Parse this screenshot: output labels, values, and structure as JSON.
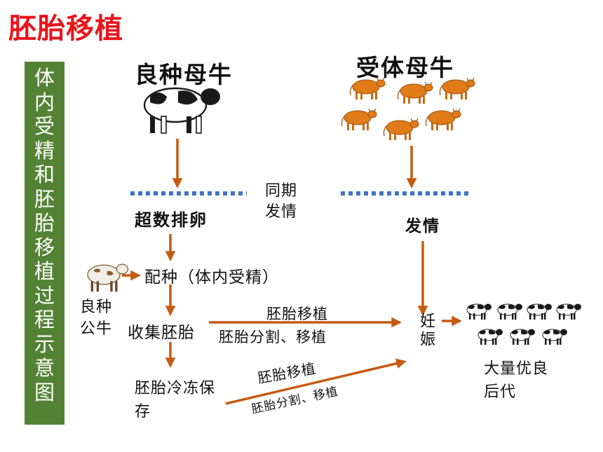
{
  "title": "胚胎移植",
  "sidebar": {
    "text": "体内受精和胚胎移植过程示意图"
  },
  "nodes": {
    "donor_cow": "良种母牛",
    "recipient_cow": "受体母牛",
    "superovulation": "超数排卵",
    "synchronized_estrus": "同期发情",
    "recipient_estrus": "发情",
    "mating": "配种（体内受精）",
    "bull": "良种公牛",
    "collect_embryo": "收集胚胎",
    "freeze_embryo": "胚胎冷冻保存",
    "pregnancy": "妊娠",
    "offspring": "大量优良后代"
  },
  "edges": {
    "transfer_top_1": "胚胎移植",
    "transfer_top_2": "胚胎分割、移植",
    "transfer_bottom_1": "胚胎移植",
    "transfer_bottom_2": "胚胎分割、移植"
  },
  "colors": {
    "title": "#e8141c",
    "sidebar": "#548235",
    "arrow": "#c55a11",
    "dotted_line": "#4472c4",
    "holstein_black": "#1a1a1a",
    "recipient_cow": "#e07b1a"
  }
}
